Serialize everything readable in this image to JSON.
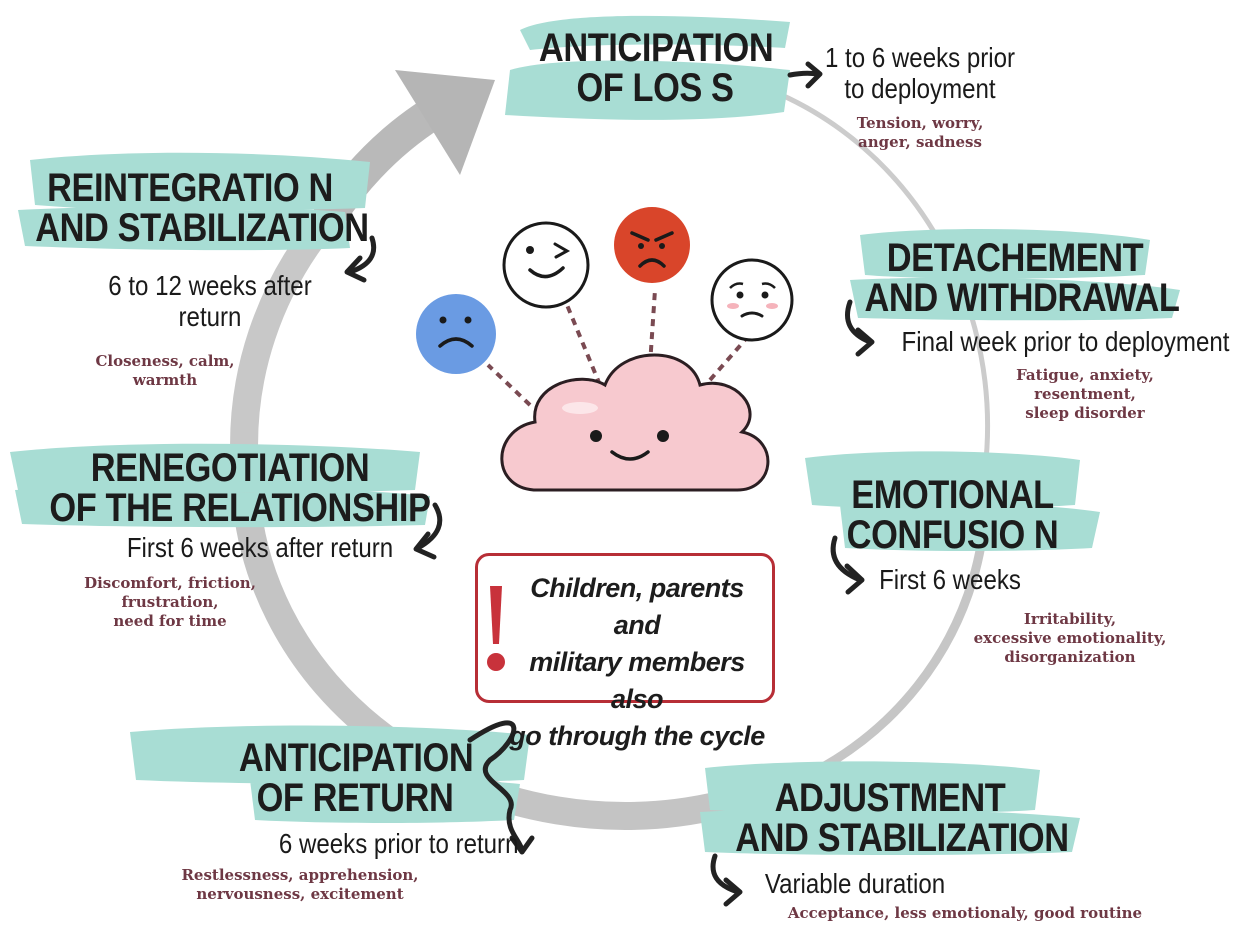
{
  "stages": {
    "anticipation_of_loss": {
      "title_1": "ANTICIPATION",
      "title_2": "OF LOS S",
      "timing_1": "1 to 6 weeks prior",
      "timing_2": "to deployment",
      "feelings_1": "Tension, worry,",
      "feelings_2": "anger, sadness"
    },
    "detachment": {
      "title_1": "DETACHEMENT",
      "title_2": "AND WITHDRAWAL",
      "timing_1": "Final week prior to deployment",
      "feelings_1": "Fatigue, anxiety,",
      "feelings_2": "resentment,",
      "feelings_3": "sleep disorder"
    },
    "emotional_confusion": {
      "title_1": "EMOTIONAL",
      "title_2": "CONFUSIO N",
      "timing_1": "First 6 weeks",
      "feelings_1": "Irritability,",
      "feelings_2": "excessive emotionality,",
      "feelings_3": "disorganization"
    },
    "adjustment": {
      "title_1": "ADJUSTMENT",
      "title_2": "AND STABILIZATION",
      "timing_1": "Variable duration",
      "feelings_1": "Acceptance, less emotionaly, good routine"
    },
    "anticipation_of_return": {
      "title_1": "ANTICIPATION",
      "title_2": "OF RETURN",
      "timing_1": "6 weeks prior to return",
      "feelings_1": "Restlessness, apprehension,",
      "feelings_2": "nervousness, excitement"
    },
    "renegotiation": {
      "title_1": "RENEGOTIATION",
      "title_2": "OF THE RELATIONSHIP",
      "timing_1": "First 6 weeks after return",
      "feelings_1": "Discomfort, friction,",
      "feelings_2": "frustration,",
      "feelings_3": "need for time"
    },
    "reintegration": {
      "title_1": "REINTEGRATIO N",
      "title_2": "AND STABILIZATION",
      "timing_1": "6 to 12 weeks after",
      "timing_2": "return",
      "feelings_1": "Closeness, calm,",
      "feelings_2": "warmth"
    }
  },
  "note": {
    "line_1": "Children, parents and",
    "line_2": "military members also",
    "line_3": "go through the cycle"
  },
  "colors": {
    "brush": "#a8ddd4",
    "feelings_text": "#6e3844",
    "cycle_arrow": "#c4c4c4",
    "note_border": "#b72e36",
    "face_blue": "#6a9be3",
    "face_red": "#d9452a",
    "cloud": "#f7c9cf"
  }
}
